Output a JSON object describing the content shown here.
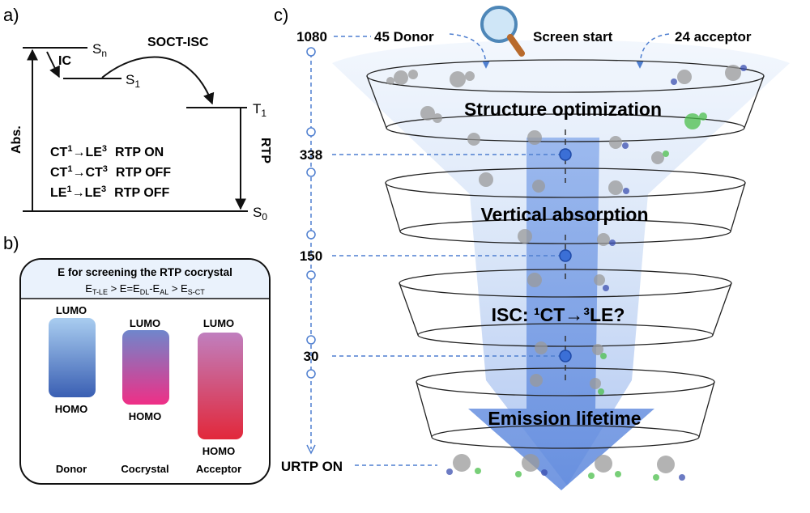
{
  "panel_a": {
    "label": "a)",
    "levels": {
      "sn": "S",
      "sn_sub": "n",
      "s1": "S",
      "s1_sub": "1",
      "t1": "T",
      "t1_sub": "1",
      "s0": "S",
      "s0_sub": "0"
    },
    "ic": "IC",
    "socti": "SOCT-ISC",
    "abs": "Abs.",
    "rtp": "RTP",
    "rules": [
      {
        "from": "CT",
        "from_sup": "1",
        "arrow": "→",
        "to": "LE",
        "to_sup": "3",
        "state": "RTP ON"
      },
      {
        "from": "CT",
        "from_sup": "1",
        "arrow": "→",
        "to": "CT",
        "to_sup": "3",
        "state": "RTP OFF"
      },
      {
        "from": "LE",
        "from_sup": "1",
        "arrow": "→",
        "to": "LE",
        "to_sup": "3",
        "state": "RTP OFF"
      }
    ]
  },
  "panel_b": {
    "label": "b)",
    "title": "E for screening the RTP cocrystal",
    "formula": {
      "e1": "E",
      "e1_sub": "T-LE",
      "gt1": " > E=E",
      "e2_sub": "DL",
      "minus": "-E",
      "e3_sub": "AL",
      "gt2": " > E",
      "e4_sub": "S-CT"
    },
    "columns": [
      {
        "name": "Donor",
        "lumo": "LUMO",
        "homo": "HOMO",
        "top_color": "#a9cdf0",
        "bottom_color": "#3a5fb3"
      },
      {
        "name": "Cocrystal",
        "lumo": "LUMO",
        "homo": "HOMO",
        "top_color": "#6f86cc",
        "bottom_color": "#ef2f86"
      },
      {
        "name": "Acceptor",
        "lumo": "LUMO",
        "homo": "HOMO",
        "top_color": "#c07fbf",
        "bottom_color": "#e2283b"
      }
    ]
  },
  "panel_c": {
    "label": "c)",
    "donor": "45 Donor",
    "acceptor": "24 acceptor",
    "screen_start": "Screen start",
    "stages": [
      "Structure optimization",
      "Vertical absorption",
      "ISC: ¹CT→³LE?",
      "Emission lifetime"
    ],
    "counts": [
      "1080",
      "338",
      "150",
      "30"
    ],
    "result": "URTP ON",
    "colors": {
      "funnel_blue": "#6f98e6",
      "node_blue": "#3b6fd6",
      "dashed": "#4f7fd0"
    }
  }
}
